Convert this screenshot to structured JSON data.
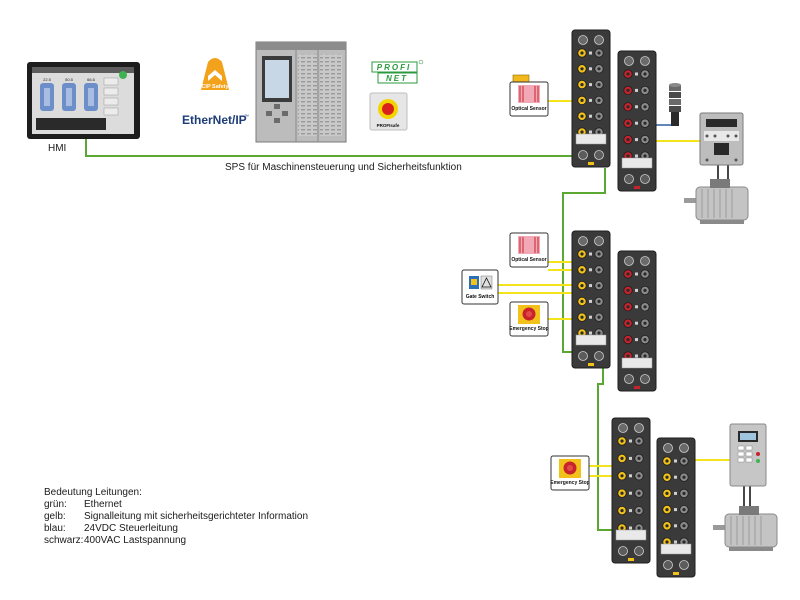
{
  "hmi": {
    "label": "HMI",
    "screen_values": [
      "22.5",
      "50.5",
      "66.6"
    ]
  },
  "plc": {
    "label": "SPS für Maschinensteuerung und Sicherheitsfunktion"
  },
  "logos": {
    "cip_safety": "CIP Safety",
    "ethernet_ip": "EtherNet/IP",
    "ethernet_ip_tm": "™",
    "profinet_top": "PROFI",
    "profinet_bottom": "NET",
    "profisafe": "PROFIsafe"
  },
  "devices": {
    "optical_sensor_1": "Optical Sensor",
    "optical_sensor_2": "Optical Sensor",
    "gate_switch": "Gate Switch",
    "emergency_stop_1": "Emergency Stop",
    "emergency_stop_2": "Emergency Stop"
  },
  "legend": {
    "title": "Bedeutung Leitungen:",
    "rows": [
      {
        "key": "grün:",
        "value": "Ethernet"
      },
      {
        "key": "gelb:",
        "value": "Signalleitung mit sicherheitsgerichteter Information"
      },
      {
        "key": "blau:",
        "value": "24VDC Steuerleitung"
      },
      {
        "key": "schwarz:",
        "value": "400VAC Lastspannung"
      }
    ]
  },
  "colors": {
    "ethernet": "#5aa832",
    "signal": "#f2e31a",
    "control": "#2d5fa8",
    "power": "#1a1a1a",
    "io_yellow": "#f2c21a",
    "io_red": "#c8232c",
    "module_body": "#3a3a3a",
    "cip_orange": "#f3a21b",
    "ethernet_ip_blue": "#1d3c78",
    "profinet_green": "#2a9a3e"
  }
}
